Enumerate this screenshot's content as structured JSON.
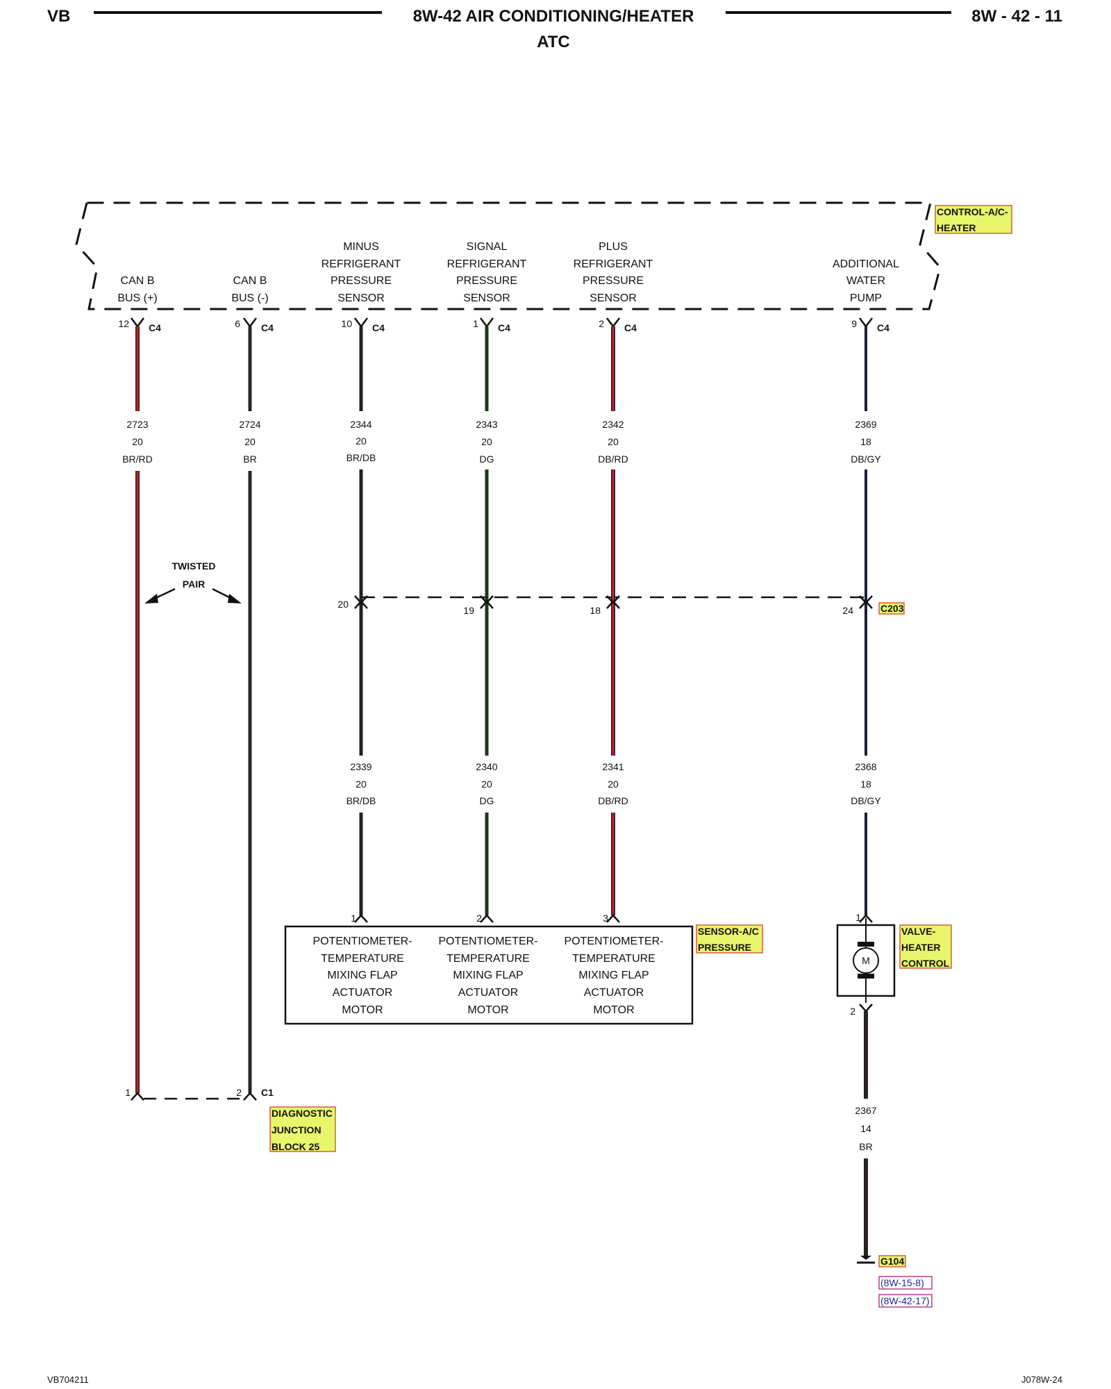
{
  "header": {
    "left": "VB",
    "title": "8W-42 AIR CONDITIONING/HEATER",
    "subtitle": "ATC",
    "page": "8W - 42 - 11"
  },
  "modules": {
    "control": [
      "CONTROL-A/C-",
      "HEATER"
    ],
    "sensor": [
      "SENSOR-A/C",
      "PRESSURE"
    ],
    "valve": [
      "VALVE-",
      "HEATER",
      "CONTROL"
    ],
    "diagnostic": [
      "DIAGNOSTIC",
      "JUNCTION",
      "BLOCK 25"
    ]
  },
  "control_pins": {
    "can_pos": [
      "CAN B",
      "BUS (+)"
    ],
    "can_neg": [
      "CAN B",
      "BUS (-)"
    ],
    "minus": [
      "MINUS",
      "REFRIGERANT",
      "PRESSURE",
      "SENSOR"
    ],
    "signal": [
      "SIGNAL",
      "REFRIGERANT",
      "PRESSURE",
      "SENSOR"
    ],
    "plus": [
      "PLUS",
      "REFRIGERANT",
      "PRESSURE",
      "SENSOR"
    ],
    "pump": [
      "ADDITIONAL",
      "WATER",
      "PUMP"
    ]
  },
  "connectors": {
    "c4": "C4",
    "c1": "C1",
    "c203": "C203",
    "ground": "G104"
  },
  "pins": {
    "c4_can_pos": "12",
    "c4_can_neg": "6",
    "c4_minus": "10",
    "c4_signal": "1",
    "c4_plus": "2",
    "c4_pump": "9",
    "c203_minus": "20",
    "c203_signal": "19",
    "c203_plus": "18",
    "c203_pump": "24",
    "sensor_1": "1",
    "sensor_2": "2",
    "sensor_3": "3",
    "valve_1": "1",
    "valve_2": "2",
    "c1_1": "1",
    "c1_2": "2"
  },
  "wires": {
    "w2723": {
      "circuit": "2723",
      "gauge": "20",
      "color": "BR/RD"
    },
    "w2724": {
      "circuit": "2724",
      "gauge": "20",
      "color": "BR"
    },
    "w2344": {
      "circuit": "2344",
      "gauge": "20",
      "color": "BR/DB"
    },
    "w2343": {
      "circuit": "2343",
      "gauge": "20",
      "color": "DG"
    },
    "w2342": {
      "circuit": "2342",
      "gauge": "20",
      "color": "DB/RD"
    },
    "w2369": {
      "circuit": "2369",
      "gauge": "18",
      "color": "DB/GY"
    },
    "w2339": {
      "circuit": "2339",
      "gauge": "20",
      "color": "BR/DB"
    },
    "w2340": {
      "circuit": "2340",
      "gauge": "20",
      "color": "DG"
    },
    "w2341": {
      "circuit": "2341",
      "gauge": "20",
      "color": "DB/RD"
    },
    "w2368": {
      "circuit": "2368",
      "gauge": "18",
      "color": "DB/GY"
    },
    "w2367": {
      "circuit": "2367",
      "gauge": "14",
      "color": "BR"
    }
  },
  "twisted_pair": [
    "TWISTED",
    "PAIR"
  ],
  "motor_text": [
    "POTENTIOMETER-",
    "TEMPERATURE",
    "MIXING FLAP",
    "ACTUATOR",
    "MOTOR"
  ],
  "motor_symbol": "M",
  "refs": [
    "(8W-15-8)",
    "(8W-42-17)"
  ],
  "footer": {
    "left": "VB704211",
    "right": "J078W-24"
  },
  "colors": {
    "tag_fill": "#e9f56a",
    "tag_border": "#e0583a",
    "ref_border": "#c23a8a",
    "wire_red": "#c8201e",
    "wire_dark": "#2a2320",
    "wire_green": "#1c3a1c",
    "wire_blue": "#1b1f3a"
  }
}
